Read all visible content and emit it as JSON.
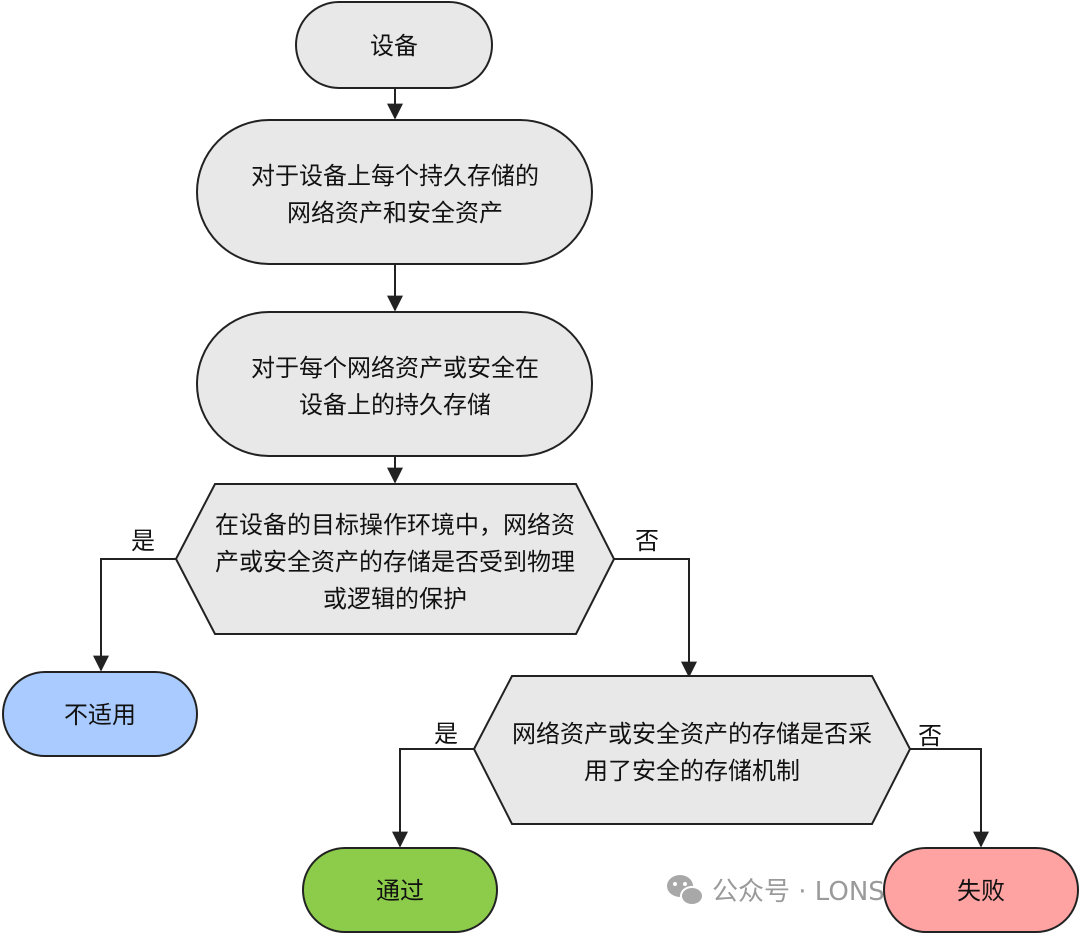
{
  "nodes": {
    "start": {
      "lines": [
        "设备"
      ]
    },
    "step1": {
      "lines": [
        "对于设备上每个持久存储的",
        "网络资产和安全资产"
      ]
    },
    "step2": {
      "lines": [
        "对于每个网络资产或安全在",
        "设备上的持久存储"
      ]
    },
    "decision1": {
      "lines": [
        "在设备的目标操作环境中，网络资",
        "产或安全资产的存储是否受到物理",
        "或逻辑的保护"
      ]
    },
    "decision2": {
      "lines": [
        "网络资产或安全资产的存储是否采",
        "用了安全的存储机制"
      ]
    },
    "not_applicable": {
      "lines": [
        "不适用"
      ]
    },
    "pass": {
      "lines": [
        "通过"
      ]
    },
    "fail": {
      "lines": [
        "失败"
      ]
    }
  },
  "edge_labels": {
    "d1_yes": "是",
    "d1_no": "否",
    "d2_yes": "是",
    "d2_no": "否"
  },
  "watermark": {
    "text": "公众号 · LONSDOLAB",
    "icon": "wechat-icon"
  },
  "colors": {
    "default_fill": "#e8e8e8",
    "stroke": "#222222",
    "not_applicable_fill": "#a9cbff",
    "pass_fill": "#8ccc4a",
    "fail_fill": "#ffa2a2",
    "watermark": "#9a9a9a"
  }
}
